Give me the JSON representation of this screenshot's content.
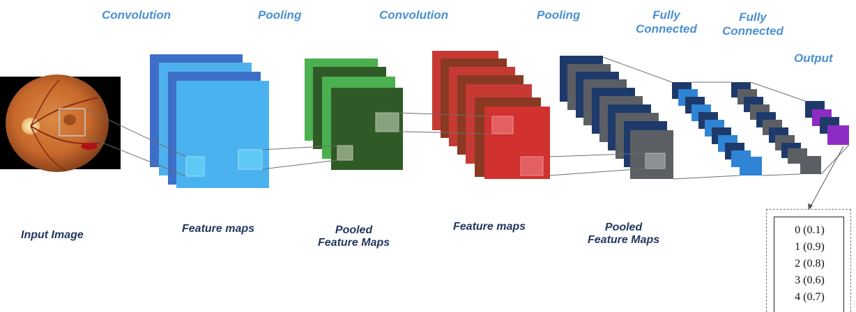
{
  "labels": {
    "convolution_1": "Convolution",
    "pooling_1": "Pooling",
    "convolution_2": "Convolution",
    "pooling_2": "Pooling",
    "fully_connected_1": [
      "Fully",
      "Connected"
    ],
    "fully_connected_2": [
      "Fully",
      "Connected"
    ],
    "output": "Output",
    "input_image": "Input Image",
    "feature_maps_1": "Feature maps",
    "pooled_feature_maps_1": [
      "Pooled",
      "Feature Maps"
    ],
    "feature_maps_2": "Feature maps",
    "pooled_feature_maps_2": [
      "Pooled",
      "Feature Maps"
    ]
  },
  "output_values": [
    "0 (0.1)",
    "1 (0.9)",
    "2 (0.8)",
    "3 (0.6)",
    "4 (0.7)"
  ],
  "colors": {
    "operation_label": "#4a90d2",
    "map_label": "#22375e",
    "conv1_dark": "#3d6fc9",
    "conv1_light": "#4fb0ee",
    "conv1_front": "#4ab3ef",
    "pool1_light": "#4bb04f",
    "pool1_dark": "#2f5a27",
    "conv2_red": "#c63a33",
    "conv2_brown": "#8a3a22",
    "pool2_navy": "#1d3a6b",
    "pool2_gray": "#5b5e63",
    "fc1_blue": "#2f84d6",
    "fc_navy": "#1d3a6b",
    "fc2_gray": "#5b5e63",
    "output_purple": "#8e2bc4",
    "fundus_background": "#000000",
    "fundus_retina": "#c8692c"
  }
}
